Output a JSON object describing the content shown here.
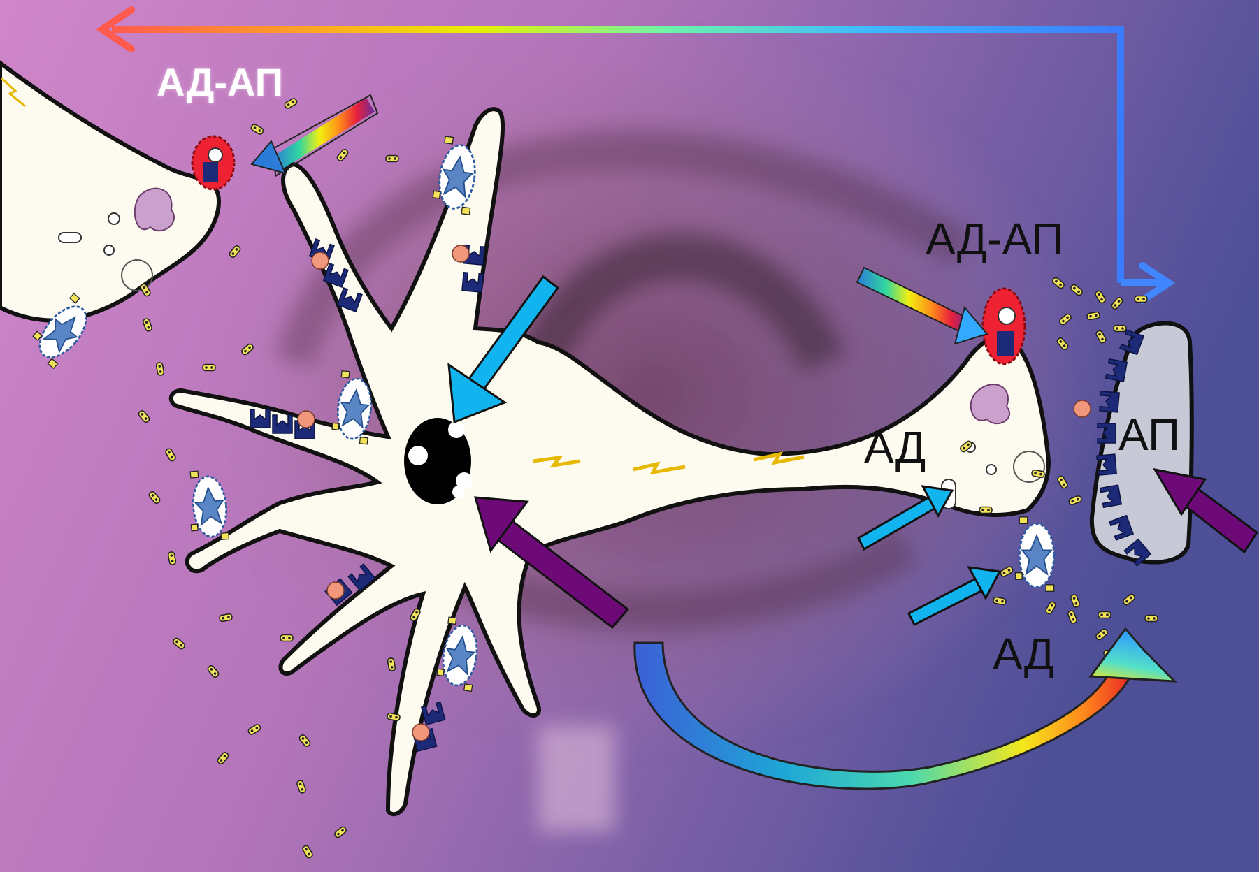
{
  "labels": {
    "presyn_top_left": "АД-АП",
    "terminal_right": "АД-АП",
    "ad_axon": "АД",
    "ap_target": "АП",
    "ad_bottom": "АД"
  },
  "colors": {
    "bg_left": "#c983c8",
    "bg_right": "#4f4f96",
    "cell_fill": "#fdfbef",
    "cell_stroke": "#111111",
    "nucleus": "#000000",
    "target_fill": "#c7c9d6",
    "receptor": "#1c2a78",
    "transmitter": "#f2e25a",
    "peptide_dot": "#f0977c",
    "red_vesicle": "#ee2233",
    "blue_arrow": "#12b4f0",
    "purple_arrow": "#6e0a78",
    "label_white": "#ffffff",
    "label_dark": "#111111"
  },
  "icons": {
    "rainbow_arrows": "rainbow-gradient-arrow",
    "lightning": "lightning-bolt-icon",
    "vesicles": "dense-core-vesicle-icon"
  }
}
